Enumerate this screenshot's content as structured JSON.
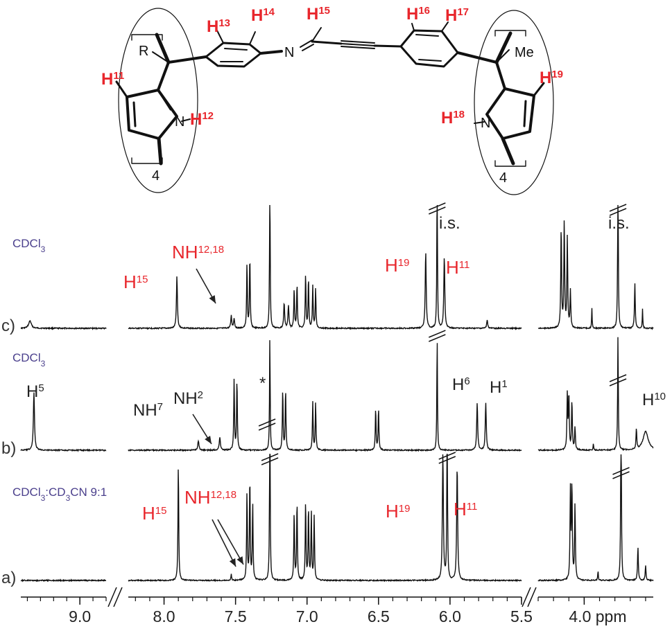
{
  "colors": {
    "trace": "#111111",
    "red": "#e8262c",
    "blue": "#4a3f8c",
    "nitrogen": "#2233cc"
  },
  "molecule": {
    "labels": {
      "h11": [
        "H",
        "11"
      ],
      "h12": [
        "H",
        "12"
      ],
      "h13": [
        "H",
        "13"
      ],
      "h14": [
        "H",
        "14"
      ],
      "h15": [
        "H",
        "15"
      ],
      "h16": [
        "H",
        "16"
      ],
      "h17": [
        "H",
        "17"
      ],
      "h18": [
        "H",
        "18"
      ],
      "h19": [
        "H",
        "19"
      ],
      "n_imine": "N",
      "n_left": "N",
      "n_right": "N",
      "r": "R",
      "me": "Me",
      "repeat_left": "4",
      "repeat_right": "4"
    }
  },
  "chart_data": {
    "type": "line",
    "xlabel": "ppm",
    "x_reversed": true,
    "x_segments": [
      [
        9.45,
        8.8
      ],
      [
        8.25,
        5.5
      ],
      [
        4.3,
        3.55
      ]
    ],
    "x_ticks": [
      {
        "value": 9.0,
        "label": "9.0"
      },
      {
        "value": 8.0,
        "label": "8.0"
      },
      {
        "value": 7.5,
        "label": "7.5"
      },
      {
        "value": 7.0,
        "label": "7.0"
      },
      {
        "value": 6.5,
        "label": "6.5"
      },
      {
        "value": 6.0,
        "label": "6.0"
      },
      {
        "value": 5.5,
        "label": "5.5"
      },
      {
        "value": 4.0,
        "label": "4.0 ppm"
      }
    ],
    "spectra": [
      {
        "label": "c)",
        "solvent": [
          "CDCl",
          "3",
          ""
        ],
        "peaks": [
          {
            "ppm": 9.38,
            "h": 0.06,
            "w": 0.012
          },
          {
            "ppm": 7.91,
            "h": 0.42,
            "w": 0.004
          },
          {
            "ppm": 7.53,
            "h": 0.1,
            "w": 0.004
          },
          {
            "ppm": 7.51,
            "h": 0.08,
            "w": 0.004
          },
          {
            "ppm": 7.42,
            "h": 0.52,
            "w": 0.003
          },
          {
            "ppm": 7.4,
            "h": 0.58,
            "w": 0.003
          },
          {
            "ppm": 7.26,
            "h": 1.3,
            "w": 0.0025
          },
          {
            "ppm": 7.16,
            "h": 0.2,
            "w": 0.004
          },
          {
            "ppm": 7.13,
            "h": 0.18,
            "w": 0.004
          },
          {
            "ppm": 7.09,
            "h": 0.32,
            "w": 0.003
          },
          {
            "ppm": 7.07,
            "h": 0.36,
            "w": 0.003
          },
          {
            "ppm": 7.01,
            "h": 0.44,
            "w": 0.003
          },
          {
            "ppm": 6.99,
            "h": 0.4,
            "w": 0.003
          },
          {
            "ppm": 6.96,
            "h": 0.34,
            "w": 0.003
          },
          {
            "ppm": 6.94,
            "h": 0.32,
            "w": 0.003
          },
          {
            "ppm": 6.17,
            "h": 0.62,
            "w": 0.004
          },
          {
            "ppm": 6.09,
            "h": 1.3,
            "w": 0.0025
          },
          {
            "ppm": 6.04,
            "h": 0.58,
            "w": 0.004
          },
          {
            "ppm": 5.74,
            "h": 0.07,
            "w": 0.004
          },
          {
            "ppm": 4.15,
            "h": 0.82,
            "w": 0.003
          },
          {
            "ppm": 4.13,
            "h": 0.86,
            "w": 0.003
          },
          {
            "ppm": 4.11,
            "h": 0.72,
            "w": 0.003
          },
          {
            "ppm": 4.09,
            "h": 0.3,
            "w": 0.003
          },
          {
            "ppm": 3.95,
            "h": 0.16,
            "w": 0.002
          },
          {
            "ppm": 3.78,
            "h": 1.3,
            "w": 0.0025
          },
          {
            "ppm": 3.67,
            "h": 0.36,
            "w": 0.003
          },
          {
            "ppm": 3.62,
            "h": 0.16,
            "w": 0.002
          }
        ]
      },
      {
        "label": "b)",
        "solvent": [
          "CDCl",
          "3",
          ""
        ],
        "peaks": [
          {
            "ppm": 9.35,
            "h": 1.0,
            "w": 0.005
          },
          {
            "ppm": 7.76,
            "h": 0.16,
            "w": 0.005
          },
          {
            "ppm": 7.61,
            "h": 0.22,
            "w": 0.005
          },
          {
            "ppm": 7.51,
            "h": 1.22,
            "w": 0.003
          },
          {
            "ppm": 7.49,
            "h": 1.22,
            "w": 0.003
          },
          {
            "ppm": 7.26,
            "h": 2.0,
            "w": 0.0025
          },
          {
            "ppm": 7.17,
            "h": 1.05,
            "w": 0.003
          },
          {
            "ppm": 7.15,
            "h": 1.05,
            "w": 0.003
          },
          {
            "ppm": 6.96,
            "h": 0.82,
            "w": 0.003
          },
          {
            "ppm": 6.94,
            "h": 0.82,
            "w": 0.003
          },
          {
            "ppm": 6.52,
            "h": 0.72,
            "w": 0.003
          },
          {
            "ppm": 6.5,
            "h": 0.72,
            "w": 0.003
          },
          {
            "ppm": 6.09,
            "h": 2.0,
            "w": 0.0025
          },
          {
            "ppm": 5.81,
            "h": 0.82,
            "w": 0.004
          },
          {
            "ppm": 5.75,
            "h": 0.82,
            "w": 0.004
          },
          {
            "ppm": 4.11,
            "h": 0.95,
            "w": 0.003
          },
          {
            "ppm": 4.1,
            "h": 0.95,
            "w": 0.003
          },
          {
            "ppm": 4.08,
            "h": 0.85,
            "w": 0.003
          },
          {
            "ppm": 4.06,
            "h": 0.4,
            "w": 0.003
          },
          {
            "ppm": 3.94,
            "h": 0.12,
            "w": 0.002
          },
          {
            "ppm": 3.78,
            "h": 2.0,
            "w": 0.0025
          },
          {
            "ppm": 3.66,
            "h": 0.35,
            "w": 0.003
          },
          {
            "ppm": 3.6,
            "h": 0.32,
            "w": 0.02
          }
        ]
      },
      {
        "label": "a)",
        "solvent": [
          "CDCl",
          "3",
          ":CD",
          "3",
          "CN 9:1"
        ],
        "peaks": [
          {
            "ppm": 7.9,
            "h": 0.78,
            "w": 0.003
          },
          {
            "ppm": 7.53,
            "h": 0.04,
            "w": 0.003
          },
          {
            "ppm": 7.42,
            "h": 0.58,
            "w": 0.003
          },
          {
            "ppm": 7.4,
            "h": 0.68,
            "w": 0.003
          },
          {
            "ppm": 7.38,
            "h": 0.5,
            "w": 0.003
          },
          {
            "ppm": 7.26,
            "h": 1.3,
            "w": 0.0025
          },
          {
            "ppm": 7.09,
            "h": 0.45,
            "w": 0.003
          },
          {
            "ppm": 7.07,
            "h": 0.52,
            "w": 0.003
          },
          {
            "ppm": 7.01,
            "h": 0.52,
            "w": 0.003
          },
          {
            "ppm": 6.99,
            "h": 0.48,
            "w": 0.003
          },
          {
            "ppm": 6.97,
            "h": 0.44,
            "w": 0.003
          },
          {
            "ppm": 6.95,
            "h": 0.42,
            "w": 0.003
          },
          {
            "ppm": 6.05,
            "h": 0.86,
            "w": 0.004
          },
          {
            "ppm": 6.02,
            "h": 1.3,
            "w": 0.0025
          },
          {
            "ppm": 5.95,
            "h": 0.76,
            "w": 0.004
          },
          {
            "ppm": 4.09,
            "h": 0.58,
            "w": 0.003
          },
          {
            "ppm": 4.08,
            "h": 0.62,
            "w": 0.003
          },
          {
            "ppm": 4.06,
            "h": 0.5,
            "w": 0.003
          },
          {
            "ppm": 3.91,
            "h": 0.07,
            "w": 0.002
          },
          {
            "ppm": 3.76,
            "h": 1.3,
            "w": 0.0025
          },
          {
            "ppm": 3.65,
            "h": 0.22,
            "w": 0.003
          },
          {
            "ppm": 3.6,
            "h": 0.1,
            "w": 0.003
          }
        ]
      }
    ],
    "annotations": {
      "c_h15": [
        "H",
        "15"
      ],
      "c_nh": [
        "NH",
        "12,18"
      ],
      "c_h19": [
        "H",
        "19"
      ],
      "c_h11": [
        "H",
        "11"
      ],
      "c_is1": "i.s.",
      "c_is2": "i.s.",
      "b_h5": [
        "H",
        "5"
      ],
      "b_nh7": [
        "NH",
        "7"
      ],
      "b_nh2": [
        "NH",
        "2"
      ],
      "b_h6": [
        "H",
        "6"
      ],
      "b_h1": [
        "H",
        "1"
      ],
      "b_h10": [
        "H",
        "10"
      ],
      "b_star": "*",
      "a_h15": [
        "H",
        "15"
      ],
      "a_nh": [
        "NH",
        "12,18"
      ],
      "a_h19": [
        "H",
        "19"
      ],
      "a_h11": [
        "H",
        "11"
      ]
    }
  }
}
